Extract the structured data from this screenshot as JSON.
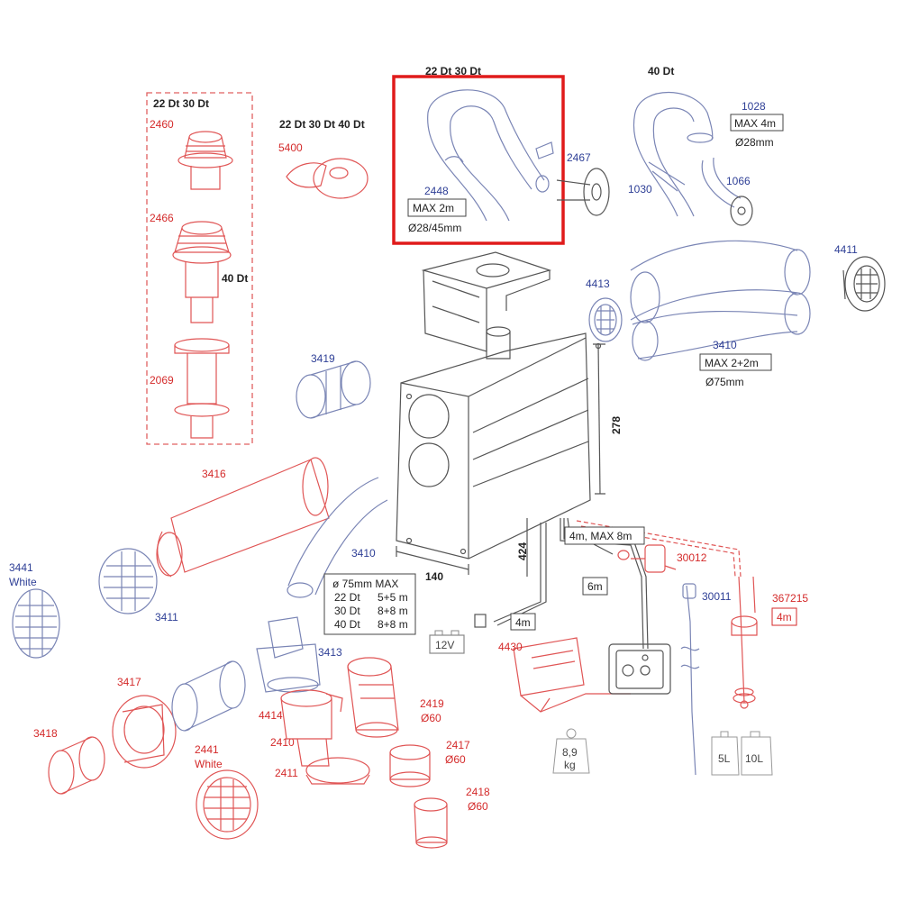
{
  "colors": {
    "red": "#d42a2a",
    "blue": "#2e3f96",
    "black": "#222222",
    "highlight": "#e01b1b"
  },
  "labels": {
    "hdr_col1": "22 Dt   30 Dt",
    "p2460": "2460",
    "p2466": "2466",
    "dt40_left": "40 Dt",
    "p2069": "2069",
    "hdr_5400": "22 Dt  30 Dt  40 Dt",
    "p5400": "5400",
    "hdr_hose": "22 Dt    30 Dt",
    "p2448": "2448",
    "max2m": "MAX 2m",
    "d28_45": "Ø28/45mm",
    "p2467": "2467",
    "dt40_right": "40 Dt",
    "p1028": "1028",
    "max4m": "MAX 4m",
    "d28": "Ø28mm",
    "p1030": "1030",
    "p1066": "1066",
    "p4411": "4411",
    "p4413": "4413",
    "p3410_r": "3410",
    "max22": "MAX 2+2m",
    "d75": "Ø75mm",
    "p3419": "3419",
    "dim278": "278",
    "dim140": "140",
    "dim424": "424",
    "p3416": "3416",
    "p3410_l": "3410",
    "p3441": "3441",
    "white1": "White",
    "p3411": "3411",
    "tbl_r1a": "ø 75mm MAX",
    "tbl_r2a": "22 Dt",
    "tbl_r2b": "5+5 m",
    "tbl_r3a": "30 Dt",
    "tbl_r3b": "8+8 m",
    "tbl_r4a": "40 Dt",
    "tbl_r4b": "8+8 m",
    "p3413": "3413",
    "p3417": "3417",
    "p3418": "3418",
    "p4414": "4414",
    "p2410": "2410",
    "p2411": "2411",
    "p2441": "2441",
    "white2": "White",
    "p2419": "2419",
    "d60a": "Ø60",
    "p2417": "2417",
    "d60b": "Ø60",
    "p2418": "2418",
    "d60c": "Ø60",
    "v12": "12V",
    "m4a": "4m",
    "m4max8": "4m, MAX 8m",
    "m6": "6m",
    "p4430": "4430",
    "p30012": "30012",
    "p30011": "30011",
    "p367215": "367215",
    "m4b": "4m",
    "w89": "8,9",
    "kg": "kg",
    "l5": "5L",
    "l10": "10L"
  }
}
